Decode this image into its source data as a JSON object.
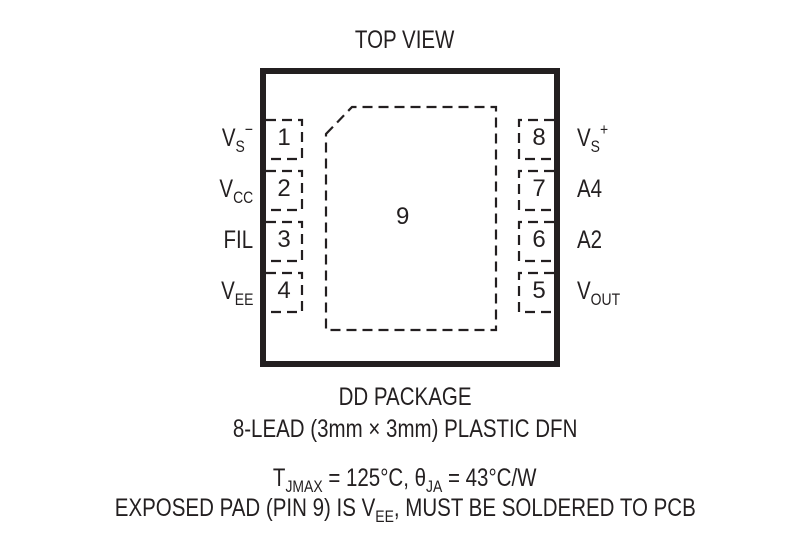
{
  "diagram": {
    "title": "TOP VIEW",
    "package_name": "DD PACKAGE",
    "package_description": "8-LEAD (3mm × 3mm) PLASTIC DFN",
    "exposed_pad_number": "9",
    "left_pins": [
      {
        "number": "1",
        "label_main": "V",
        "label_sub": "S",
        "label_sup": "−"
      },
      {
        "number": "2",
        "label_main": "V",
        "label_sub": "CC",
        "label_sup": ""
      },
      {
        "number": "3",
        "label_main": "FIL",
        "label_sub": "",
        "label_sup": ""
      },
      {
        "number": "4",
        "label_main": "V",
        "label_sub": "EE",
        "label_sup": ""
      }
    ],
    "right_pins": [
      {
        "number": "8",
        "label_main": "V",
        "label_sub": "S",
        "label_sup": "+"
      },
      {
        "number": "7",
        "label_main": "A4",
        "label_sub": "",
        "label_sup": ""
      },
      {
        "number": "6",
        "label_main": "A2",
        "label_sub": "",
        "label_sup": ""
      },
      {
        "number": "5",
        "label_main": "V",
        "label_sub": "OUT",
        "label_sup": ""
      }
    ],
    "notes": {
      "tjmax_prefix": "T",
      "tjmax_sub": "JMAX",
      "tjmax_value": " = 125°C, ",
      "theta_prefix": "θ",
      "theta_sub": "JA",
      "theta_value": " = 43°C/W",
      "pad_note_prefix": "EXPOSED PAD (PIN 9) IS V",
      "pad_note_sub": "EE",
      "pad_note_suffix": ", MUST BE SOLDERED TO PCB"
    },
    "colors": {
      "ink": "#231f20",
      "background": "#ffffff"
    }
  }
}
